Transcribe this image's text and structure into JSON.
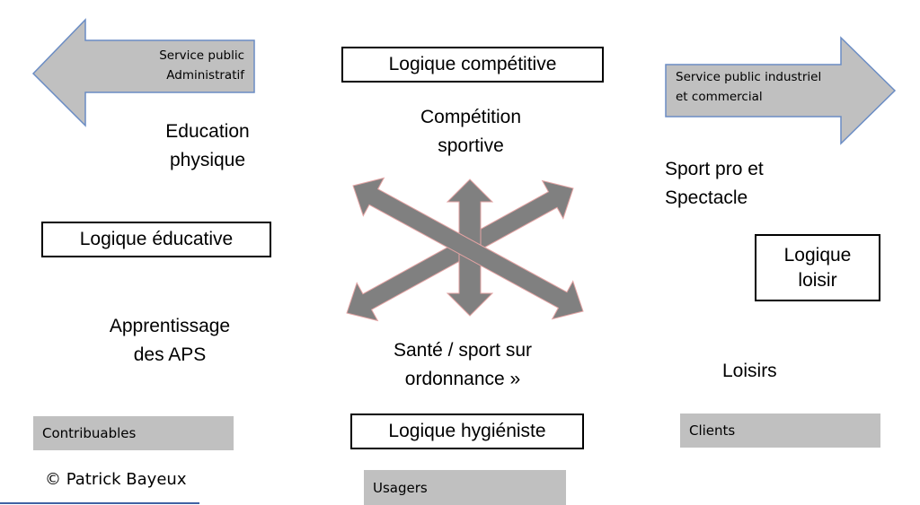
{
  "arrows": {
    "left": {
      "line1": "Service public",
      "line2": "Administratif"
    },
    "right": {
      "line1": "Service public industriel",
      "line2": "et commercial"
    }
  },
  "logics": {
    "competitive": "Logique compétitive",
    "educative": "Logique éducative",
    "loisir_line1": "Logique",
    "loisir_line2": "loisir",
    "hygieniste": "Logique hygiéniste"
  },
  "labels": {
    "competition_line1": "Compétition",
    "competition_line2": "sportive",
    "education_line1": "Education",
    "education_line2": "physique",
    "sportpro_line1": "Sport pro et",
    "sportpro_line2": "Spectacle",
    "apprentissage_line1": "Apprentissage",
    "apprentissage_line2": "des APS",
    "sante_line1": "Santé / sport sur",
    "sante_line2": "ordonnance »",
    "loisirs": "Loisirs"
  },
  "publics": {
    "contribuables": "Contribuables",
    "usagers": "Usagers",
    "clients": "Clients"
  },
  "copyright": "© Patrick Bayeux",
  "colors": {
    "arrow_fill": "#c0c0c0",
    "arrow_stroke": "#6a8cc4",
    "cross_fill": "#808080",
    "cross_stroke": "#e3a3a3"
  }
}
